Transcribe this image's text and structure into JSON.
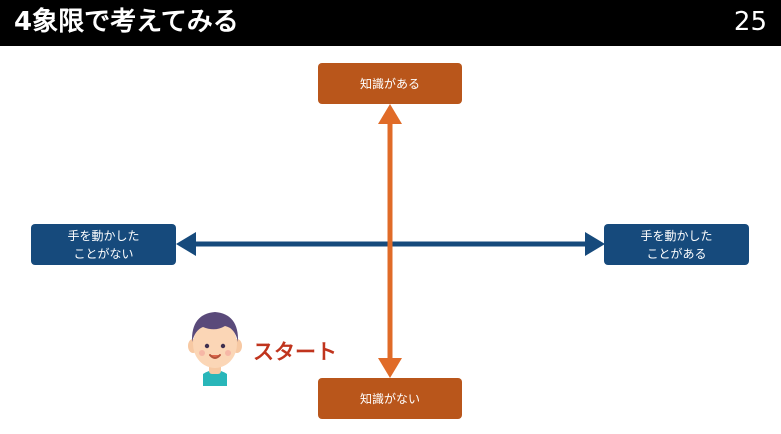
{
  "header": {
    "title": "4象限で考えてみる",
    "page_number": "25"
  },
  "axes": {
    "vertical": {
      "top_label": "知識がある",
      "bottom_label": "知識がない",
      "color": "#e06b28"
    },
    "horizontal": {
      "left_label_line1": "手を動かした",
      "left_label_line2": "ことがない",
      "right_label_line1": "手を動かした",
      "right_label_line2": "ことがある",
      "color": "#164a7c"
    }
  },
  "start": {
    "label": "スタート",
    "icon": "person-avatar-icon"
  },
  "colors": {
    "header_bg": "#000000",
    "orange_box": "#b9561b",
    "blue_box": "#164a7c",
    "start_text": "#c0341d"
  }
}
